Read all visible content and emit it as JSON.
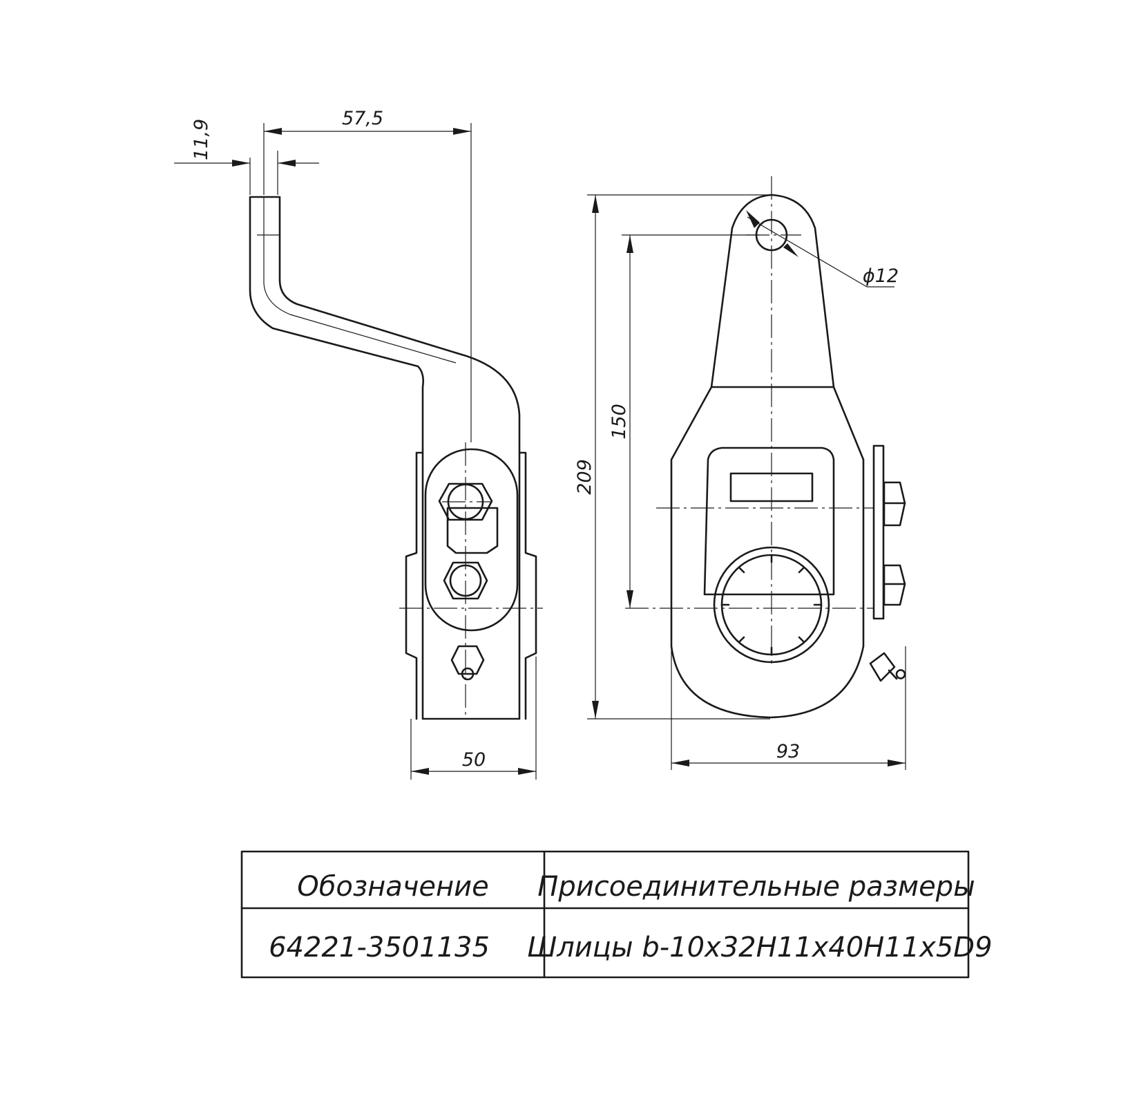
{
  "dimensions": {
    "offset": "11,9",
    "arm_reach": "57,5",
    "width_side": "50",
    "total_height": "209",
    "hole_to_spline": "150",
    "hole_diameter": "ϕ12",
    "width_front": "93"
  },
  "table": {
    "header": {
      "designation": "Обозначение",
      "connection": "Присоединительные размеры"
    },
    "row": {
      "designation": "64221-3501135",
      "connection": "Шлицы b-10x32H11x40H11x5D9"
    }
  }
}
